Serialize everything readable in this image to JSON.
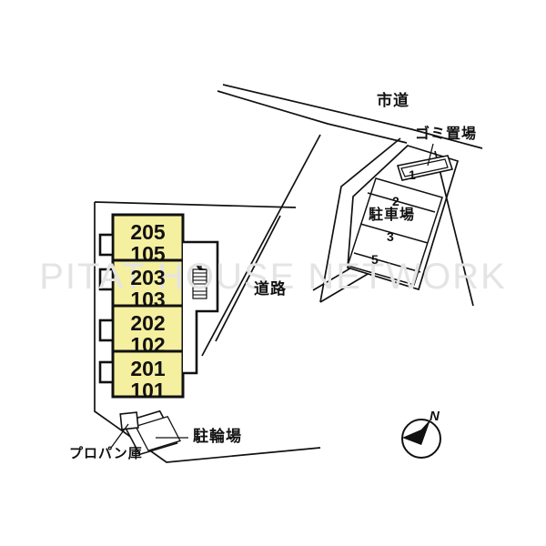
{
  "meta": {
    "title": "物件配置図",
    "watermark": "PITAT HOUSE NETWORK",
    "background_color": "#ffffff",
    "building_fill_color": "#f5efa0",
    "line_color": "#111111"
  },
  "building": {
    "name": "アパート棟",
    "units": [
      {
        "upper": "205",
        "lower": "105"
      },
      {
        "upper": "203",
        "lower": "103"
      },
      {
        "upper": "202",
        "lower": "102"
      },
      {
        "upper": "201",
        "lower": "101"
      }
    ],
    "stairs_icon": "stairs-icon"
  },
  "parking": {
    "label": "駐車場",
    "spaces": [
      "1",
      "2",
      "3",
      "5"
    ]
  },
  "labels": {
    "city_road": "市道",
    "road": "道路",
    "garbage_area": "ゴミ置場",
    "bicycle_parking": "駐輪場",
    "propane_storage": "プロパン庫"
  },
  "compass": {
    "north_label": "N"
  }
}
